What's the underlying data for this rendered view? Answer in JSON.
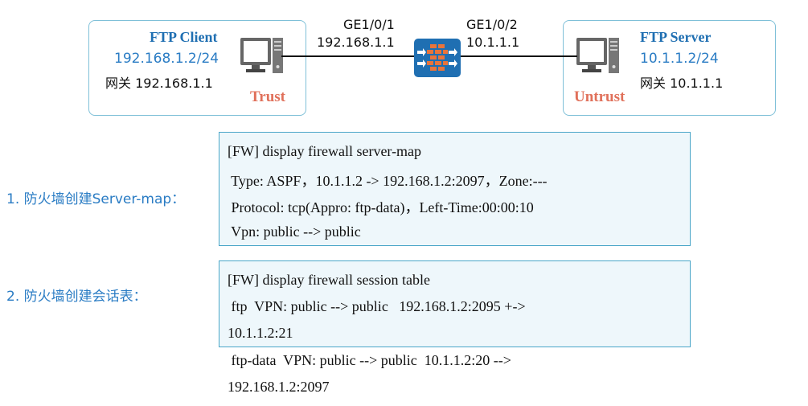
{
  "client": {
    "title": "FTP Client",
    "ip": "192.168.1.2/24",
    "gateway": "网关 192.168.1.1",
    "zone": "Trust",
    "icon": "computer-icon"
  },
  "server": {
    "title": "FTP Server",
    "ip": "10.1.1.2/24",
    "gateway": "网关 10.1.1.1",
    "zone": "Untrust",
    "icon": "computer-icon"
  },
  "firewall": {
    "icon": "firewall-icon",
    "iface_left": {
      "name": "GE1/0/1",
      "ip": "192.168.1.1"
    },
    "iface_right": {
      "name": "GE1/0/2",
      "ip": "10.1.1.1"
    }
  },
  "steps": [
    {
      "label": "1. 防火墙创建Server-map：",
      "lines": [
        "[FW] display firewall server-map",
        " Type: ASPF，10.1.1.2 -> 192.168.1.2:2097，Zone:---",
        " Protocol: tcp(Appro: ftp-data)，Left-Time:00:00:10",
        " Vpn: public --> public"
      ]
    },
    {
      "label": "2. 防火墙创建会话表：",
      "lines": [
        "[FW] display firewall session table",
        " ftp  VPN: public --> public   192.168.1.2:2095 +->",
        "10.1.1.2:21",
        " ftp-data  VPN: public --> public  10.1.1.2:20 -->",
        "192.168.1.2:2097"
      ]
    }
  ],
  "colors": {
    "title": "#1f6fb2",
    "ip": "#2a7cc4",
    "zone": "#e0705a",
    "box_border": "#7fc0d8",
    "cli_bg": "#eef7fb",
    "cli_border": "#4aa6c8",
    "firewall_bg": "#1f6fb2",
    "firewall_brick": "#e8743b"
  }
}
